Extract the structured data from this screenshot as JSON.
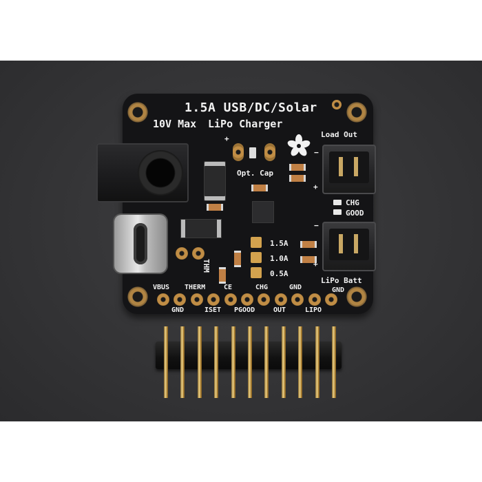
{
  "board": {
    "title": "1.5A USB/DC/Solar",
    "subtitle_left": "10V Max",
    "subtitle_right": "LiPo Charger",
    "opt_cap": "Opt. Cap",
    "load_out": "Load Out",
    "lipo_batt": "LiPo Batt",
    "chg": "CHG",
    "good": "GOOD",
    "thm": "THM",
    "current_1": "1.5A",
    "current_2": "1.0A",
    "current_3": "0.5A",
    "plus": "+",
    "minus": "−",
    "batt_gnd": "GND"
  },
  "pins_top": [
    "VBUS",
    "THERM",
    "CE",
    "CHG",
    "GND"
  ],
  "pins_bottom": [
    "GND",
    "ISET",
    "PGOOD",
    "OUT",
    "LIPO"
  ],
  "colors": {
    "backdrop": "#343436",
    "pcb": "#141416",
    "gold": "#c08d45",
    "silkscreen": "#f2f2f2"
  }
}
